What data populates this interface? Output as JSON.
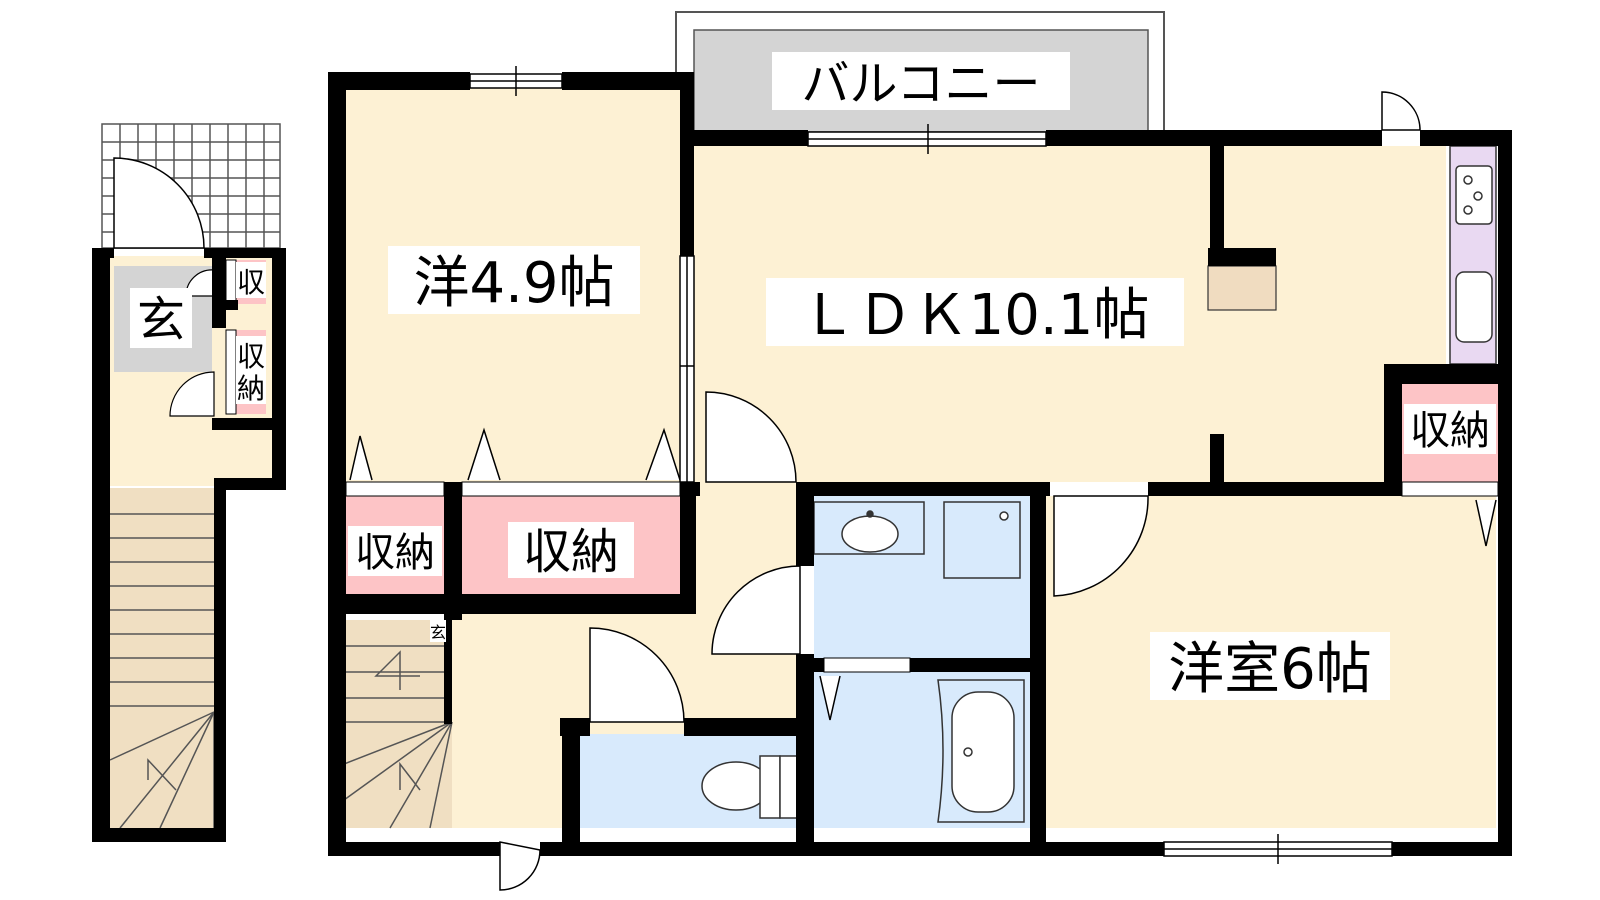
{
  "labels": {
    "balcony": "バルコニー",
    "western_a": "洋4.9帖",
    "ldk": "ＬＤＫ10.1帖",
    "western_b": "洋室6帖",
    "storage": "収納",
    "storage_short": "収",
    "storage_v1": "収",
    "storage_v2": "納",
    "entrance": "玄",
    "entrance_small": "玄"
  },
  "colors": {
    "wall": "#000000",
    "room": "#fdf1d4",
    "storage": "#fdc4c6",
    "wet": "#d8eafc",
    "balcony": "#d4d4d4",
    "genkan": "#d4d4d4",
    "stairs": "#f0dfc2",
    "kitchen": "#e9d9f2",
    "fridge": "#f0dcc0"
  }
}
